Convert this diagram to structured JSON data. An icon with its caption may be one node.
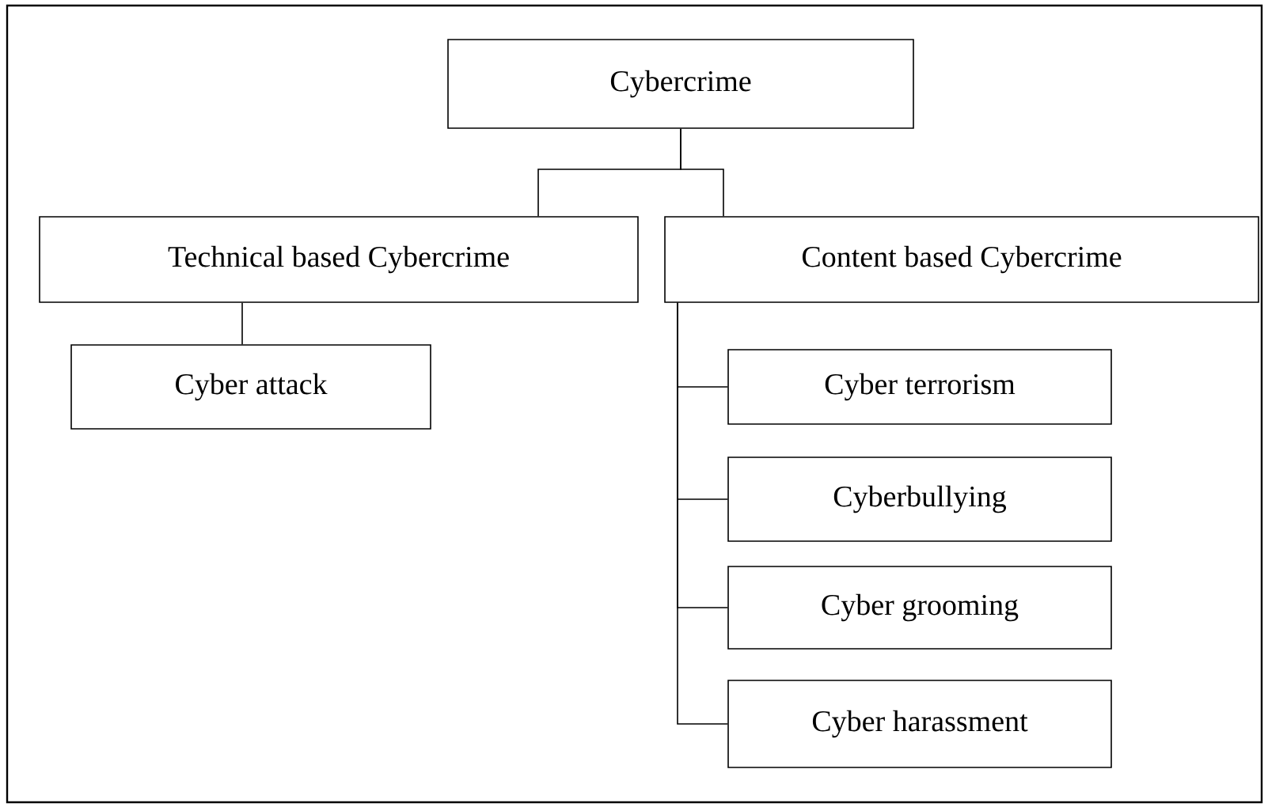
{
  "diagram": {
    "nodes": [
      {
        "text": [
          "Cybercrime"
        ]
      },
      {
        "text": [
          "Technical based Cybercrime"
        ]
      },
      {
        "text": [
          "Content based Cybercrime"
        ]
      },
      {
        "text": [
          "Cyber attack"
        ]
      },
      {
        "text": [
          "Cyber terrorism"
        ]
      },
      {
        "text": [
          "Cyberbullying"
        ]
      },
      {
        "text": [
          "Cyber grooming"
        ]
      },
      {
        "text": [
          "Cyber harassment"
        ]
      }
    ],
    "edges": [
      {
        "from": 0,
        "to": 1,
        "arrow": "none"
      },
      {
        "from": 0,
        "to": 2,
        "arrow": "none"
      },
      {
        "from": 1,
        "to": 3,
        "arrow": "none"
      },
      {
        "from": 2,
        "to": 4,
        "arrow": "none"
      },
      {
        "from": 2,
        "to": 5,
        "arrow": "none"
      },
      {
        "from": 2,
        "to": 6,
        "arrow": "none"
      },
      {
        "from": 2,
        "to": 7,
        "arrow": "none"
      }
    ]
  }
}
